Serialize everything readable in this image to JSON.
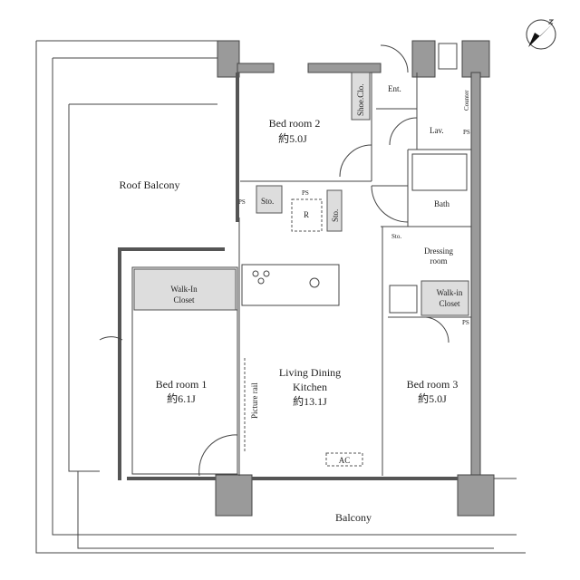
{
  "rooms": {
    "roof_balcony": "Roof Balcony",
    "bedroom2": {
      "name": "Bed room 2",
      "size": "約5.0J"
    },
    "shoe_closet": "Shoe.Clo.",
    "entrance": "Ent.",
    "counter": "Counter",
    "lavatory": "Lav.",
    "ps": "PS",
    "storage": "Sto.",
    "refrigerator": "R",
    "bath": "Bath",
    "dressing": {
      "line1": "Dressing",
      "line2": "room"
    },
    "walkin1": {
      "line1": "Walk-In",
      "line2": "Closet"
    },
    "walkin3": {
      "line1": "Walk-in",
      "line2": "Closet"
    },
    "bedroom1": {
      "name": "Bed room 1",
      "size": "約6.1J"
    },
    "ldk": {
      "line1": "Living Dining",
      "line2": "Kitchen",
      "size": "約13.1J"
    },
    "picture_rail": "Picture rail",
    "bedroom3": {
      "name": "Bed room 3",
      "size": "約5.0J"
    },
    "ac": "AC",
    "balcony": "Balcony"
  },
  "compass": {
    "icon": "north-arrow-icon"
  }
}
